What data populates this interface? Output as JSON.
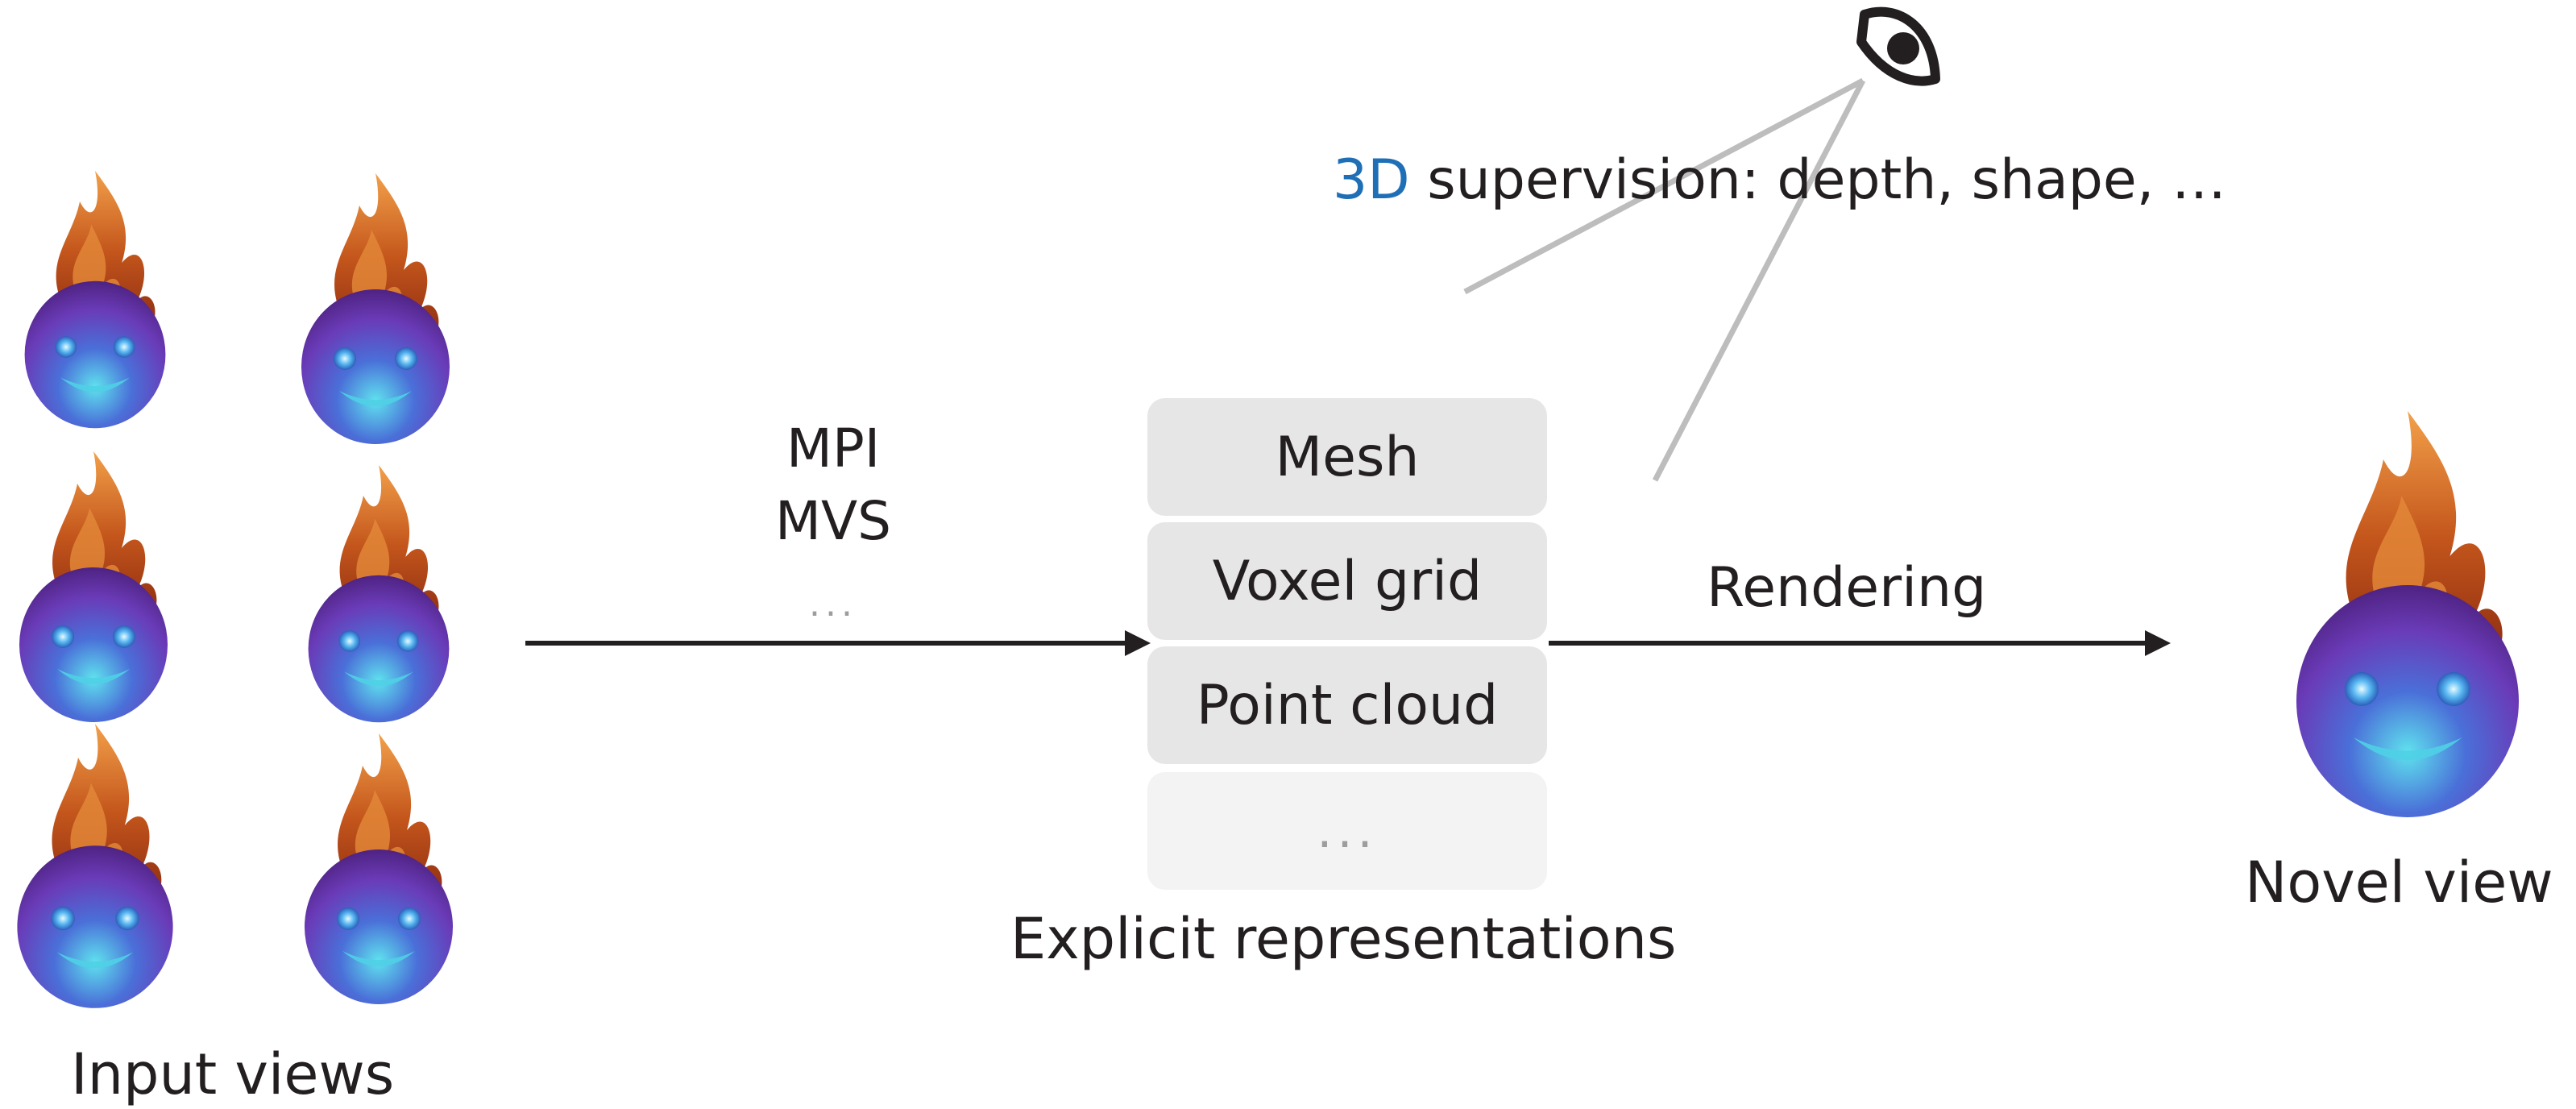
{
  "input_views": {
    "caption": "Input views"
  },
  "methods": {
    "line1": "MPI",
    "line2": "MVS",
    "more": "..."
  },
  "representations": {
    "items": [
      "Mesh",
      "Voxel grid",
      "Point cloud",
      "..."
    ],
    "caption": "Explicit representations"
  },
  "rendering": {
    "label": "Rendering"
  },
  "supervision": {
    "prefix": "3D",
    "text": "supervision: depth, shape, …"
  },
  "novel_view": {
    "caption": "Novel view"
  },
  "colors": {
    "accent_blue": "#1f6fb7",
    "gray_line": "#bdbdbd",
    "box_fill": "#e6e6e6",
    "text": "#231f20"
  },
  "icons": {
    "viewer": "eye-icon",
    "character": "fire-spirit-icon"
  }
}
